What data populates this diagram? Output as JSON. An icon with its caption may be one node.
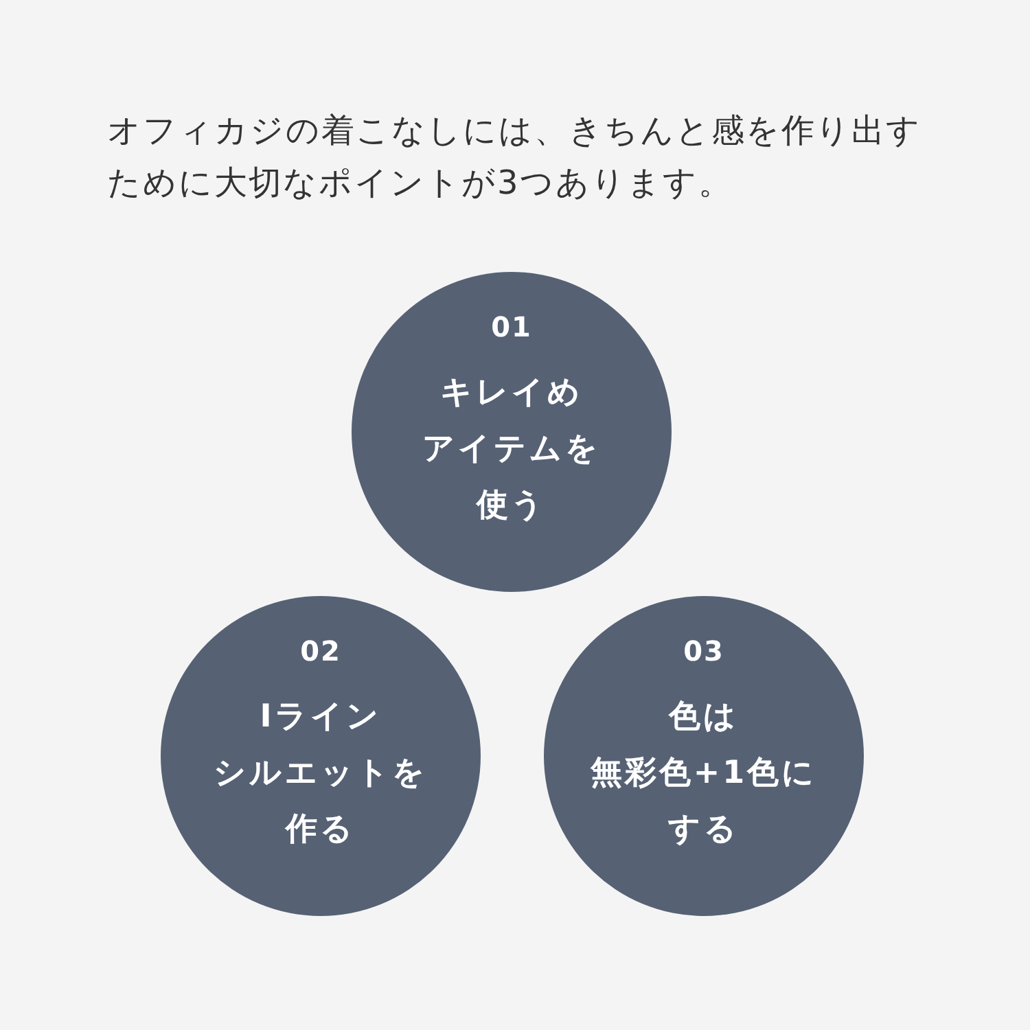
{
  "diagram": {
    "title": "オフィカジの着こなしには、きちんと感を作り出すために大切なポイントが3つあります。",
    "nodes": [
      {
        "text": [
          "01",
          "キレイめアイテムを使う"
        ]
      },
      {
        "text": [
          "02",
          "Iラインシルエットを作る"
        ]
      },
      {
        "text": [
          "03",
          "色は無彩色+1色にする"
        ]
      }
    ]
  }
}
